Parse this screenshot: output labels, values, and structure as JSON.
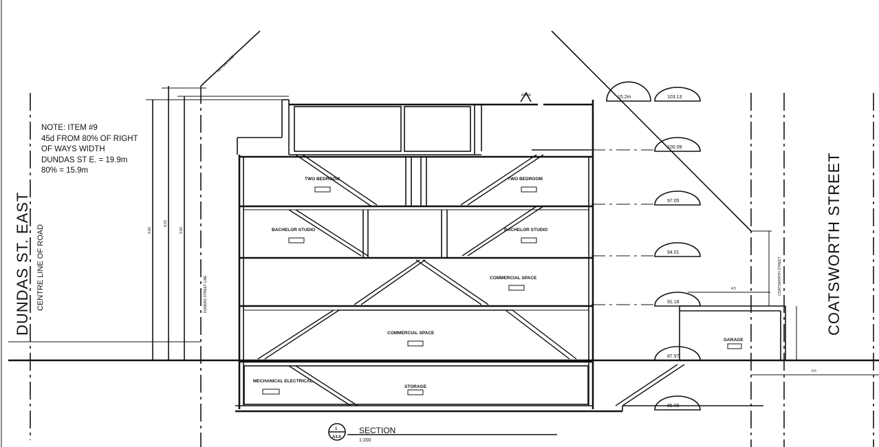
{
  "note": {
    "lines": [
      "NOTE: ITEM #9",
      "45d FROM 80% OF RIGHT",
      "OF WAYS WIDTH",
      "DUNDAS ST E. = 19.9m",
      "80% = 15.9m"
    ]
  },
  "streets": {
    "left_name": "DUNDAS ST. EAST",
    "left_sub": "CENTRE LINE OF ROAD",
    "right_name": "COATSWORTH STREET",
    "actual_line": "ACTUAL LINE",
    "dundas_street_line": "DUNDAS STREET LINE",
    "coatsworth_street_tag": "COATSWORTH STREET"
  },
  "rooms": {
    "two_bedroom_left": "TWO BEDROOM",
    "two_bedroom_right": "TWO BEDROOM",
    "bachelor_left": "BACHELOR STUDIO",
    "bachelor_right": "BACHELOR STUDIO",
    "commercial_upper": "COMMERCIAL SPACE",
    "commercial_lower": "COMMERCIAL SPACE",
    "mechanical": "MECHANICAL ELECTRICAL",
    "storage": "STORAGE",
    "garage": "GARAGE",
    "roof": "ROOF"
  },
  "elevations": [
    "15.2m",
    "103.13",
    "100.09",
    "97.05",
    "94.01",
    "91.18",
    "87.97",
    "85.08"
  ],
  "title_block": {
    "number": "1",
    "sheet": "A3.0",
    "title": "SECTION",
    "scale": "1:200"
  }
}
